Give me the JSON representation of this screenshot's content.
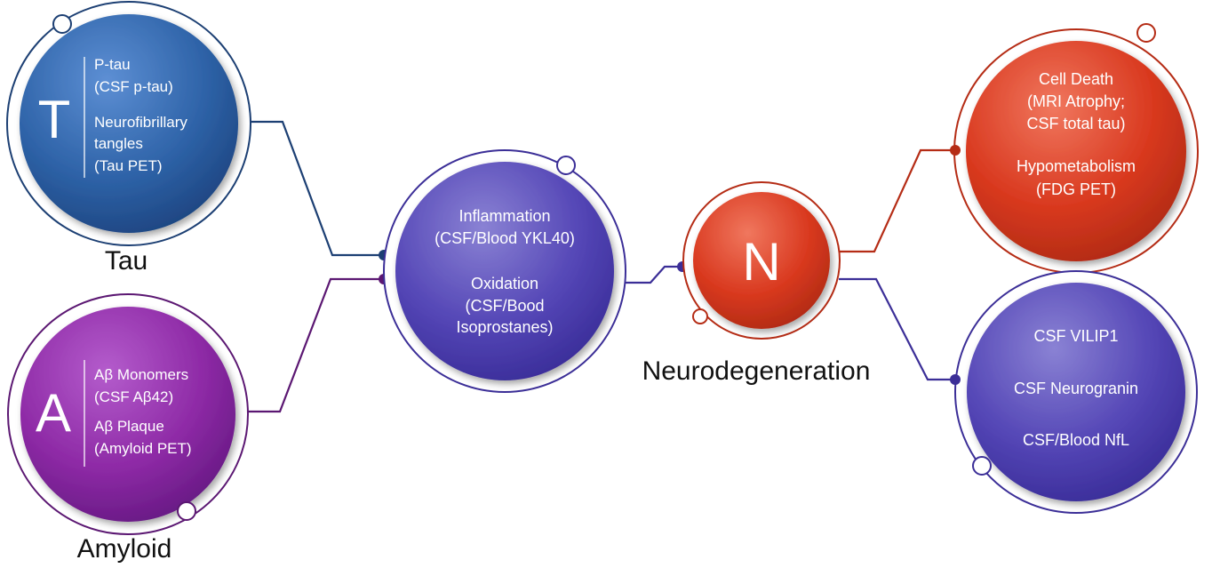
{
  "nodes": {
    "tau": {
      "letter": "T",
      "caption": "Tau",
      "lines": [
        "P-tau",
        "(CSF p-tau)",
        "Neurofibrillary",
        "tangles",
        "(Tau PET)"
      ]
    },
    "amyloid": {
      "letter": "A",
      "caption": "Amyloid",
      "lines": [
        "Aβ Monomers",
        "(CSF Aβ42)",
        "Aβ Plaque",
        "(Amyloid PET)"
      ]
    },
    "inflammation": {
      "lines": [
        "Inflammation",
        "(CSF/Blood YKL40)",
        "Oxidation",
        "(CSF/Bood",
        "Isoprostanes)"
      ]
    },
    "neurodegeneration": {
      "letter": "N",
      "caption": "Neurodegeneration"
    },
    "cell_death": {
      "lines": [
        "Cell Death",
        "(MRI Atrophy;",
        "CSF total tau)",
        "Hypometabolism",
        "(FDG PET)"
      ]
    },
    "csf_markers": {
      "lines": [
        "CSF VILIP1",
        "CSF Neurogranin",
        "CSF/Blood NfL"
      ]
    }
  },
  "colors": {
    "tau": "#2e63a8",
    "tau_dark": "#1c3f73",
    "amyloid": "#8e2aa6",
    "amyloid_dark": "#5b1772",
    "purple": "#4e3fb0",
    "purple_dark": "#3b2e97",
    "red": "#d9391f",
    "red_dark": "#b52c15"
  }
}
